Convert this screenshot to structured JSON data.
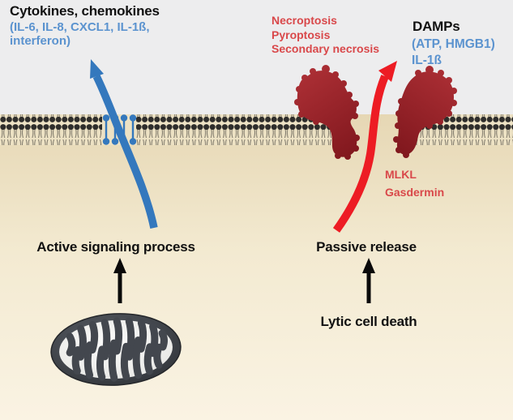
{
  "labels": {
    "cytokines_title": "Cytokines, chemokines",
    "cytokines_list_line1": "(IL-6, IL-8, CXCL1, IL-1ß,",
    "cytokines_list_line2": "interferon)",
    "lytic_pathway_line1": "Necroptosis",
    "lytic_pathway_line2": "Pyroptosis",
    "lytic_pathway_line3": "Secondary necrosis",
    "damps_title": "DAMPs",
    "damps_list_line1": "(ATP, HMGB1)",
    "damps_list_line2": "IL-1ß",
    "pore_protein_line1": "MLKL",
    "pore_protein_line2": "Gasdermin",
    "active_process": "Active signaling process",
    "passive_process": "Passive release",
    "lytic_cell_death": "Lytic cell death"
  },
  "icons": {
    "mitochondrion": "mitochondrion-organelle",
    "blue_arrow": "active-secretion-arrow",
    "red_arrow": "passive-release-arrow",
    "black_arrow_left": "up-arrow",
    "black_arrow_right": "up-arrow",
    "membrane": "lipid-bilayer",
    "membrane_channel": "blue-transport-channel",
    "pore_protein_left": "membrane-pore-protein",
    "pore_protein_right": "membrane-pore-protein"
  },
  "colors": {
    "extracellular_bg": "#ededee",
    "cytoplasm_top": "#e6d7b4",
    "cytoplasm_bottom": "#faf3e3",
    "membrane_band": "#ede2c4",
    "membrane_head": "#2e2d2b",
    "membrane_tail": "#7c7668",
    "blue_accent": "#3478bd",
    "blue_text": "#5b93cf",
    "red_arrow": "#ed1c24",
    "red_text": "#d9484a",
    "pore_protein_red": "#9a2227",
    "black_text": "#111111"
  }
}
